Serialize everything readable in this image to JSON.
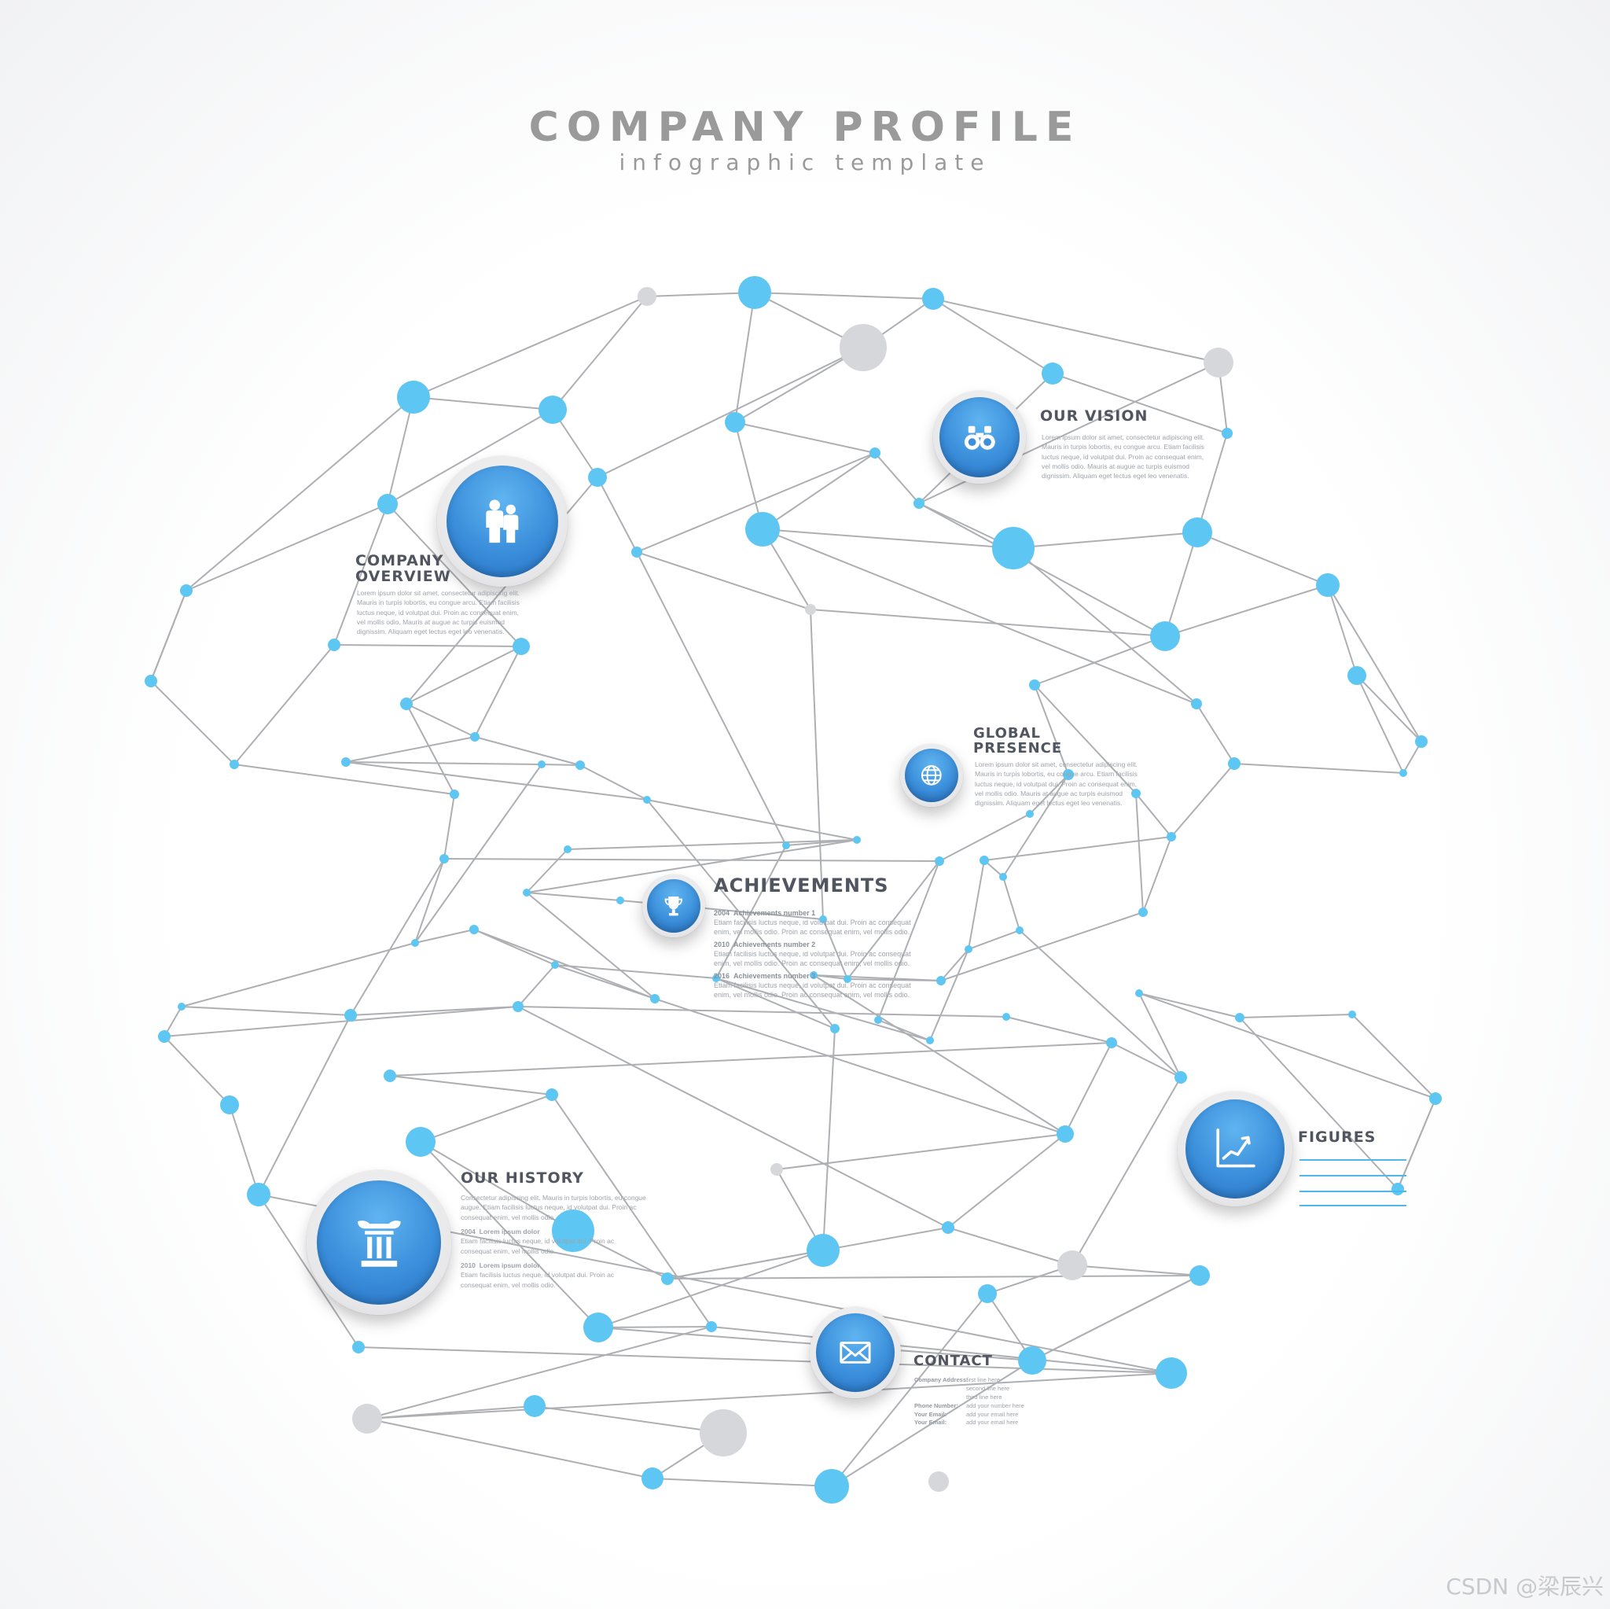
{
  "header": {
    "title": "COMPANY PROFILE",
    "subtitle": "infographic template"
  },
  "sections": {
    "our_vision": {
      "heading": "OUR VISION",
      "icon": "binoculars-icon",
      "lines": [
        "Lorem ipsum dolor sit amet, consectetur adipiscing elit.",
        "Mauris in turpis lobortis, eu congue arcu. Etiam facilisis",
        "luctus neque, id volutpat dui. Proin ac consequat enim,",
        "vel mollis odio. Mauris at augue ac turpis euismod",
        "dignissim. Aliquam eget lectus eget leo venenatis."
      ]
    },
    "company_overview": {
      "heading_line1": "COMPANY",
      "heading_line2": "OVERVIEW",
      "icon": "people-icon",
      "lines": [
        "Lorem ipsum dolor sit amet, consectetur adipiscing elit.",
        "Mauris in turpis lobortis, eu congue arcu. Etiam facilisis",
        "luctus neque, id volutpat dui. Proin ac consequat enim,",
        "vel mollis odio. Mauris at augue ac turpis euismod",
        "dignissim. Aliquam eget lectus eget leo venenatis."
      ]
    },
    "global_presence": {
      "heading_line1": "GLOBAL",
      "heading_line2": "PRESENCE",
      "icon": "globe-icon",
      "lines": [
        "Lorem ipsum dolor sit amet, consectetur adipiscing elit.",
        "Mauris in turpis lobortis, eu congue arcu. Etiam facilisis",
        "luctus neque, id volutpat dui. Proin ac consequat enim,",
        "vel mollis odio. Mauris at augue ac turpis euismod",
        "dignissim. Aliquam eget lectus eget leo venenatis."
      ]
    },
    "achievements": {
      "heading": "ACHIEVEMENTS",
      "icon": "trophy-icon",
      "items": [
        {
          "year": "2004",
          "title": "Achievements number 1",
          "line1": "Etiam facilisis luctus neque, id volutpat dui. Proin ac consequat",
          "line2": "enim, vel mollis odio. Proin ac consequat enim, vel mollis odio."
        },
        {
          "year": "2010",
          "title": "Achievements number 2",
          "line1": "Etiam facilisis luctus neque, id volutpat dui. Proin ac consequat",
          "line2": "enim, vel mollis odio. Proin ac consequat enim, vel mollis odio."
        },
        {
          "year": "2016",
          "title": "Achievements number 3",
          "line1": "Etiam facilisis luctus neque, id volutpat dui. Proin ac consequat",
          "line2": "enim, vel mollis odio. Proin ac consequat enim, vel mollis odio."
        }
      ]
    },
    "our_history": {
      "heading": "OUR HISTORY",
      "icon": "column-icon",
      "intro1": "Consectetur adipiscing elit. Mauris in turpis lobortis, eu congue",
      "intro2": "augue. Etiam facilisis luctus neque, id volutpat dui. Proin ac",
      "intro3": "consequat enim, vel mollis odio.",
      "entries": [
        {
          "year": "2004",
          "title": "Lorem ipsum dolor",
          "line1": "Etiam facilisis luctus neque, id volutpat dui. Proin ac",
          "line2": "consequat enim, vel mollis odio."
        },
        {
          "year": "2010",
          "title": "Lorem ipsum dolor",
          "line1": "Etiam facilisis luctus neque, id volutpat dui. Proin ac",
          "line2": "consequat enim, vel mollis odio."
        }
      ]
    },
    "figures": {
      "heading": "FIGURES",
      "icon": "chart-icon"
    },
    "contact": {
      "heading": "CONTACT",
      "icon": "envelope-icon",
      "rows": [
        {
          "label": "Company Address:",
          "value": "first line here"
        },
        {
          "label": "",
          "value": "second line here"
        },
        {
          "label": "",
          "value": "third line here"
        },
        {
          "label": "Phone Number:",
          "value": "add your number here"
        },
        {
          "label": "Your Email:",
          "value": "add your email here"
        },
        {
          "label": "Your Email:",
          "value": "add your email here"
        }
      ]
    }
  },
  "watermark": "CSDN @梁辰兴",
  "colors": {
    "accent": "#5ec6f2",
    "badge_blue": "#3b8fdb",
    "node_gray": "#d6d7da",
    "line_gray": "#a9abae",
    "text_dark": "#505560",
    "text_light": "#9ea3aa"
  }
}
